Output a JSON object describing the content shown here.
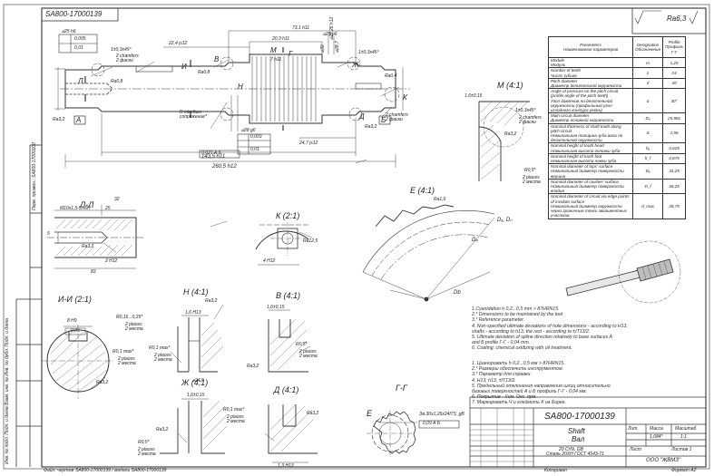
{
  "sheet": {
    "drawing_number": "SA800-17000139",
    "rotated_number": "SA800-17000139",
    "surface_finish": "Ra6,3",
    "part_name_en": "Shaft",
    "part_name_ru": "Вал",
    "material_code": "20 CrNi, GB",
    "material_std": "Сталь 20ХН ГОСТ 4543-71",
    "company": "ООО \"ЖВМЗ\"",
    "mass": "1,084*",
    "scale": "1:1",
    "sheet_label": "Лист",
    "sheets_label": "Листов 1",
    "mass_header": "Масса",
    "scale_header": "Масштаб",
    "lit_header": "Лит.",
    "copied": "Копировал",
    "format": "Формат А2",
    "left_strip": "Перв. примен.: SA800-17000200",
    "footer_note": "Файл: чертеж SA800-17000139 / модель SA800-17000139",
    "bottom_inv": "Инв. № подл.   Подп. и дата   Взам. инв. №   Инв. № дубл.   Подп. и дата"
  },
  "params": {
    "col_param": "Parameters\nНаименование параметров",
    "col_desig": "Designation\nОбозначение",
    "col_val": "Profile\nПрофиль Г-Г",
    "rows": [
      {
        "p": "Module\nМодуль",
        "d": "m",
        "v": "1,25"
      },
      {
        "p": "Number of teeth\nЧисло зубьев",
        "d": "z",
        "v": "24"
      },
      {
        "p": "Pitch diameter\nДиаметр делительной окружности",
        "d": "d",
        "v": "30"
      },
      {
        "p": "Angle of pressure on the pitch circuit (profile angle of the pitch teeth)\nУгол давления на делительной окружности (профильный угол исходного контура рейки)",
        "d": "α",
        "v": "30°"
      },
      {
        "p": "Main circuit diameter\nДиаметр основной окружности",
        "d": "Dₒ",
        "v": "25,981"
      },
      {
        "p": "Nominal thickness of shaft tooth along pitch circuit\nНоминальная толщина зуба вала по делительной окружности",
        "d": "S",
        "v": "1,96"
      },
      {
        "p": "Nominal height of tooth head\nНоминальная высота головки зуба",
        "d": "hₐ",
        "v": "0,625"
      },
      {
        "p": "Nominal height of tooth foot\nНоминальная высота ножки зуба",
        "d": "h_f",
        "v": "0,875"
      },
      {
        "p": "Nominal diameter of tops' surface\nНоминальный диаметр поверхности вершин",
        "d": "Dₐ",
        "v": "31,25"
      },
      {
        "p": "Nominal diameter of cavities' surface\nНоминальный диаметр поверхности впадин",
        "d": "D_f",
        "v": "28,25"
      },
      {
        "p": "Nominal diameter of circuit via edge points of involute surface\nНоминальный диаметр окружности через граничные точки эвольвентных участков",
        "d": "d_max",
        "v": "28,75"
      }
    ]
  },
  "views": {
    "ll": "Л-Л",
    "k": "К (2:1)",
    "e": "Е (4:1)",
    "m": "М (4:1)",
    "ii": "И-И (2:1)",
    "n": "Н (4:1)",
    "v": "В (4:1)",
    "zh": "Ж (4:1)",
    "d": "Д (4:1)",
    "gg": "Г-Г",
    "e_letter": "Е"
  },
  "dims": {
    "d25h6": "⌀25 h6",
    "tol005": "0,005",
    "tol001": "0,01",
    "ch1": "1±0,3x45°",
    "ch1b": "1±0,3x45°",
    "ch2": "2 chamfers\n2 фаски",
    "ra32": "Ra3,2",
    "ra08": "Ra0,8",
    "ra04": "Ra0,4",
    "ra16": "Ra1,6",
    "ra125": "Ra12,5",
    "l731": "73,1 h11",
    "l203": "20,3 h11",
    "l224": "22,4 js12",
    "l7n": "7 h11",
    "l247": "24,7 js12",
    "l1435": "143,5 h11",
    "l2605": "260,5 h12",
    "d2826": "⌀28,26 h12",
    "d287": "⌀28,7",
    "d30": "⌀30",
    "d28p6": "⌀25 p6",
    "d28g6": "⌀28 g6",
    "r_int": "R interface\nсопряжение*",
    "tol0021": "0,021 А Б",
    "tol0003": "0,003",
    "tol01": "0,01",
    "l5": "5",
    "l32": "32",
    "l25": "25",
    "l83": "83",
    "thread": "M10x1,5-5H6H",
    "h12": "2 H12",
    "h12b": "4 H12",
    "r016": "R0,16...0,25*",
    "r01": "R0,1 max*",
    "r05": "R0,5*",
    "places2": "2 places\n2 места",
    "d8": "8 H9",
    "t005": "0,05",
    "l16": "1,6 H13",
    "l1615": "1,6±0,15",
    "l13": "1,3 H13",
    "d245": "⌀24,5",
    "dp": "Dₚ",
    "db": "Db",
    "dfd": "Dₐ, Dₙ",
    "spline": "Эв.30x1,25x24f7S_gB",
    "tol009": "0,09 А Б",
    "ltr_A": "А",
    "ltr_B": "Б",
    "ltr_V": "В",
    "ltr_G": "Г",
    "ltr_M": "М",
    "ltr_N": "Н",
    "ltr_L": "Л",
    "ltr_I": "И",
    "ltr_Zh": "Ж",
    "ltr_D": "Д",
    "ltr_K": "К",
    "ltr_E": "Е"
  },
  "notes_en": "1.Cyanidation h 0,2...0,5 mm > 87HRN15.\n2.* Dimensions to be maintained by the tool\n3.* Reference parameter.\n4. Non-specified ultimate deviations of hole dimensions - according to H13,\nshafts - according to h13, the rest - according to ±IT13/2.\n5. Ultimate deviation of spline direction relatively to base surfaces A\nand Б profile Г-Г - 0,04 mm.\n6. Coating: chemical oxidizing with oil treatment.",
  "notes_ru": "1. Цианировать h 0,2...0,5 мм > 87HRN15.\n2.* Размеры обеспечить инструментом.\n3.* Параметр для справки.\n4. H13, h13, ±IT13/2.\n5. Предельный отклонения направления шлиц относительно\nбазовых поверхностей А и Б профиль Г-Г - 0,04 мм.\n6. Покрытие - Хим. Окс. прм.\n7. Маркировать Ч и клеймить К на Бирке."
}
